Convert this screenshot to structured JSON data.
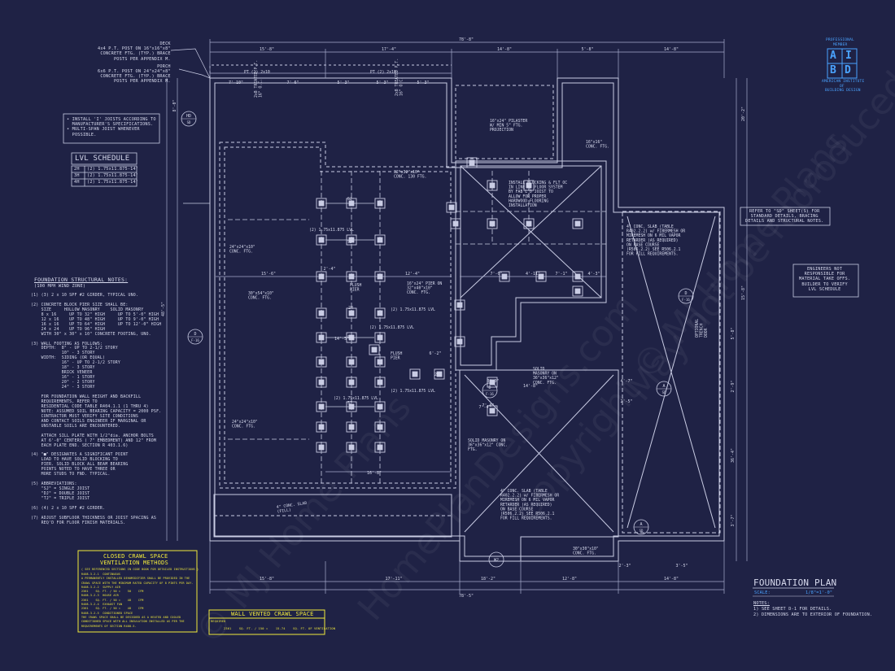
{
  "logo": {
    "badge_top": "PROFESSIONAL",
    "badge_top2": "MEMBER",
    "letters": [
      "A",
      "I",
      "B",
      "D"
    ],
    "org_line1": "AMERICAN INSTITUTE",
    "org_line2": "OF",
    "org_line3": "BUILDING DESIGN"
  },
  "title_block": {
    "title": "FOUNDATION PLAN",
    "scale_label": "SCALE:",
    "scale_value": "1/8\"=1'-0\"",
    "notes_heading": "NOTES:",
    "notes": [
      "1) SEE SHEET D-1 FOR DETAILS.",
      "2) DIMENSIONS ARE TO EXTERIOR OF FOUNDATION."
    ]
  },
  "deck_notes": {
    "deck": [
      "DECK",
      "4x4 P.T. POST ON 16\"x16\"x8\"",
      "CONCRETE FTG. (TYP.) BRACE",
      "POSTS PER APPENDIX M."
    ],
    "porch": [
      "PORCH",
      "6x6 P.T. POST ON 24\"x24\"x8\"",
      "CONCRETE FTG. (TYP.) BRACE",
      "POSTS PER APPENDIX M."
    ]
  },
  "joist_notes": [
    "• INSTALL 'I' JOISTS ACCORDING TO",
    "  MANUFACTURER'S SPECIFICATIONS.",
    "• MULTI-SPAN JOIST WHENEVER",
    "  POSSIBLE."
  ],
  "lvl_schedule": {
    "title": "LVL SCHEDULE",
    "rows": [
      [
        "2H",
        "(2) 1.75x11.875-14'"
      ],
      [
        "3H",
        "(2) 1.75x11.875-14'"
      ],
      [
        "4H",
        "(2) 1.75x11.875-14'"
      ]
    ]
  },
  "structural_notes": {
    "heading": "FOUNDATION STRUCTURAL NOTES:",
    "subheading": "(100 MPH WIND ZONE)",
    "lines": [
      "(1) (3) 2 x 10 SPF #2 GIRDER, TYPICAL UNO.",
      "",
      "(2) CONCRETE BLOCK PIER SIZE SHALL BE:",
      "    SIZE     HOLLOW MASONRY    SOLID MASONRY",
      "    8 x 16     UP TO 32\" HIGH     UP TO 5'-0\" HIGH",
      "    12 x 16    UP TO 48\" HIGH     UP TO 9'-0\" HIGH",
      "    16 x 16    UP TO 64\" HIGH     UP TO 12'-0\" HIGH",
      "    24 x 24    UP TO 96\" HIGH",
      "    WITH 30\" x 30\" x 10\" CONCRETE FOOTING, UNO.",
      "",
      "(3) WALL FOOTING AS FOLLOWS:",
      "    DEPTH:  8\" - UP TO 2-1/2 STORY",
      "            10\" - 3 STORY",
      "    WIDTH:  SIDING (OR EQUAL)",
      "            16\" - UP TO 2-1/2 STORY",
      "            18\" - 3 STORY",
      "            BRICK VENEER",
      "            16\" - 1 STORY",
      "            20\" - 2 STORY",
      "            24\" - 3 STORY",
      "",
      "    FOR FOUNDATION WALL HEIGHT AND BACKFILL",
      "    REQUIREMENTS, REFER TO",
      "    RESIDENTIAL CODE TABLE R404.1.1 (1 THRU 4)",
      "    NOTE: ASSUMED SOIL BEARING CAPACITY = 2000 PSF.",
      "    CONTRACTOR MUST VERIFY SITE CONDITIONS",
      "    AND CONTACT SOILS ENGINEER IF MARGINAL OR",
      "    UNSTABLE SOILS ARE ENCOUNTERED.",
      "",
      "    ATTACH SILL PLATE WITH 1/2\"dia. ANCHOR BOLTS",
      "    AT 6'-0\" CENTERS ( 7\" EMBEDMENT) AND 12\" FROM",
      "    EACH PLATE END. SECTION R 403.1.6)",
      "",
      "(4) \"■\" DESIGNATES A SIGNIFICANT POINT",
      "    LOAD TO HAVE SOLID BLOCKING TO",
      "    PIER. SOLID BLOCK ALL BEAM BEARING",
      "    POINTS NOTED TO HAVE THREE OR",
      "    MORE STUDS TO FND. TYPICAL.",
      "",
      "(5) ABBREVIATIONS:",
      "    \"SJ\" = SINGLE JOIST",
      "    \"DJ\" = DOUBLE JOIST",
      "    \"TJ\" = TRIPLE JOIST",
      "",
      "(6) (4) 2 x 10 SPF #2 GIRDER.",
      "",
      "(7) ADJUST SUBFLOOR THICKNESS OR JOIST SPACING AS",
      "    REQ'D FOR FLOOR FINISH MATERIALS."
    ]
  },
  "crawl_closed": {
    "title1": "CLOSED CRAWL SPACE",
    "title2": "VENTILATION METHODS",
    "subtitle": "( SEE REFERENCED SECTIONS IN CODE BOOK FOR DETAILED INSTRUCTIONS )",
    "lines": [
      "R408.3.2.1  CONTINUOUS",
      "A PERMANENTLY INSTALLED DEHUMIDIFIER SHALL BE PROVIDED IN THE",
      "CRAWL SPACE WITH THE MINIMUM RATED CAPACITY OF 8 PINTS PER DAY.",
      "R408.3.2.2  SUPPLY AIR",
      "2361    SQ. FT. / 50 =    50    CFM",
      "R408.3.2.3  HOUSE AIR",
      "2361    SQ. FT. / 50 =    48    CFM",
      "R408.3.2.4  EXHAUST FAN",
      "2361    SQ. FT. / 50 =    48    CFM",
      "R408.3.2.5  CONDITIONED SPACE",
      "THE CRAWL SPACE SHALL BE DESIGNED AS A HEATED AND COOLED",
      "CONDITIONED SPACE WITH ALL INSULATION INSTALLED AS PER THE",
      "REQUIREMENTS OF SECTION R408.5."
    ]
  },
  "crawl_vented": {
    "title": "WALL VENTED CRAWL SPACE",
    "required": "REQUIRED",
    "line": "2361    SQ. FT. / 150 =    15.74    SQ. FT. OF VENTILATION"
  },
  "side_notes": {
    "refer": [
      "REFER TO \"SD\" SHEET(S) FOR",
      "STANDARD DETAILS, BRACING",
      "DETAILS AND STRUCTURAL NOTES."
    ],
    "engineers": [
      "ENGINEERS NOT",
      "RESPONSIBLE FOR",
      "MATERIAL TAKE OFFS.",
      "BUILDER TO VERIFY",
      "LVL SCHEDULE"
    ]
  },
  "plan_labels": [
    {
      "t": "PT (2) 2x10"
    },
    {
      "t": "PT (2) 2x10"
    },
    {
      "t": "16\"x24\" PILASTER\nW/ MIN 5\" FTG.\nPROJECTION"
    },
    {
      "t": "16\"x16\"\nCONC. FTG."
    },
    {
      "t": "2x8 TREATED P.T.\n16\" O.C."
    },
    {
      "t": "2x8 TREATED P.T.\n16\" O.C."
    },
    {
      "t": "32\"x32\"x10\"\nCONC. 130 FTG."
    },
    {
      "t": "INSTALL BLOCKING & FLT OC\nIN LINE W/ FLOOR SYSTEM\nBY FAB'L'D JOIST TO\nALLOW FOR PROPER\nHARDWOOD FLOORING\nINSTALLATION"
    },
    {
      "t": "24\"x24\"x10\"\nCONC. FTG."
    },
    {
      "t": "(2) 1.75x11.875 LVL"
    },
    {
      "t": "FLUSH\nPIER"
    },
    {
      "t": "30\"x54\"x10\"\nCONC. FTG."
    },
    {
      "t": "16\"x24\" PIER ON\n32\"x40\"x10\"\nCONC. FTG."
    },
    {
      "t": "(2) 1.75x11.875 LVL"
    },
    {
      "t": "(2) 1.75x11.875 LVL"
    },
    {
      "t": "FLUSH\nPIER"
    },
    {
      "t": "(2) 1.75x11.875 LVL"
    },
    {
      "t": "(2) 1.75x11.875 LVL"
    },
    {
      "t": "24\"x24\"x10\"\nCONC. FTG."
    },
    {
      "t": "4\" CONC. SLAB\n(FILL)"
    },
    {
      "t": "SOLID MASONRY ON\n36\"x36\"x12\" CONC.\nFTG."
    },
    {
      "t": "SOLID\nMASONRY ON\n36\"x36\"x12\"\nCONC. FTG."
    },
    {
      "t": "4\" CONC. SLAB (TABLE\nR402.2.2) w/ FIBERMESH OR\nMIREMESH ON 6 MIL VAPOR\nRETARDER (AS REQUIRED)\nON BASE COURSE\n(R506.2.2) SEE R506.2.1\nFOR FILL REQUIREMENTS."
    },
    {
      "t": "4\" CONC. SLAB (TABLE\nR402.2.2) w/ FIBERMESH OR\nMIREMESH ON 6 MIL VAPOR\nRETARDER (AS REQUIRED)\nON BASE COURSE\n(R506.2.2) SEE R506.2.1\nFOR FILL REQUIREMENTS."
    },
    {
      "t": "30\"x30\"x10\"\nCONC. FTG."
    },
    {
      "t": "OPTIONAL\nTRENCH\nDOOR"
    },
    {
      "t": "SJ"
    },
    {
      "t": "SJ"
    },
    {
      "t": "SJ"
    },
    {
      "t": "SJ"
    },
    {
      "t": "2H"
    },
    {
      "t": "2H"
    },
    {
      "t": "3H"
    }
  ],
  "dimensions": {
    "top_overall": "78'-8\"",
    "top_row1": [
      "15'-8\"",
      "17'-4\"",
      "14'-8\"",
      "5'-8\"",
      "14'-8\""
    ],
    "top_row2": [
      "7'-10\"",
      "7'-6\"",
      "5'-3\"",
      "5'-3\"",
      "5'-3\""
    ],
    "bottom_row1": [
      "15'-8\"",
      "17'-11\"",
      "18'-2\"",
      "12'-8\"",
      "14'-8\""
    ],
    "bottom_overall": "78'-5\"",
    "left": [
      "48'-5\"",
      "8'-0\""
    ],
    "right": [
      "20'-2\"",
      "15'-8\"",
      "5'-8\"",
      "2'-9\"",
      "36'-4\"",
      "3'-7\""
    ],
    "interior": [
      "15'-6\"",
      "12'-4\"",
      "14'-5\"",
      "7'-0\"",
      "4'-11\"",
      "7'-1\"",
      "4'-3\"",
      "7'-0\"",
      "2'-4\"",
      "6'-2\"",
      "16'-8\"",
      "7'-4\"",
      "3'-0\"",
      "14'-8\"",
      "2'-3\"",
      "3'-5\"",
      "4'-7\"",
      "2'-5\""
    ]
  },
  "section_markers": [
    {
      "letter": "HD",
      "sheet": "SD"
    },
    {
      "letter": "D",
      "sheet": "F-16"
    },
    {
      "letter": "D",
      "sheet": "F-16"
    },
    {
      "letter": "D",
      "sheet": "F-16"
    },
    {
      "letter": "A",
      "sheet": "SD"
    },
    {
      "letter": "A",
      "sheet": "SD"
    },
    {
      "letter": "W2",
      "sheet": ""
    }
  ],
  "watermark": [
    "© MJ Home Plans",
    "HomePlanDesigns.com",
    "Copyright © MJ Home Plans",
    "May not be reproduced"
  ]
}
